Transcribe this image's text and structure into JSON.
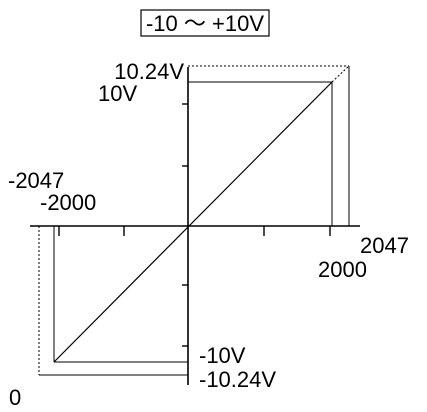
{
  "title": "-10 ～ +10V",
  "labels": {
    "y_pos_max": "10.24V",
    "y_pos": "10V",
    "y_neg": "-10V",
    "y_neg_max": "-10.24V",
    "x_neg_max": "-2047",
    "x_neg": "-2000",
    "x_pos_max": "2047",
    "x_pos": "2000",
    "origin": "0"
  }
}
